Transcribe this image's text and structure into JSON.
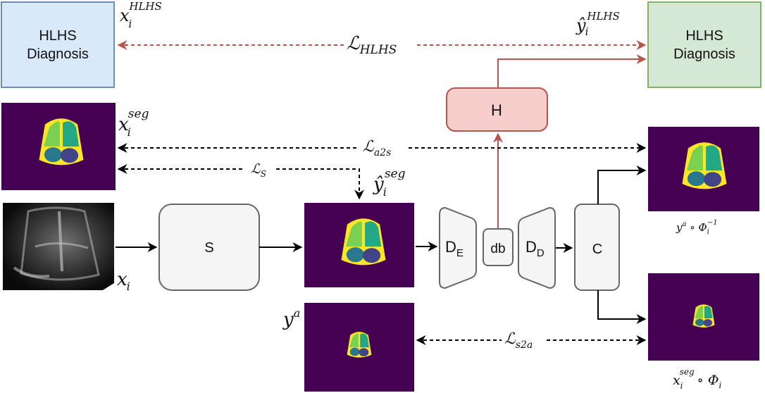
{
  "hlhs_left": {
    "line1": "HLHS",
    "line2": "Diagnosis"
  },
  "hlhs_right": {
    "line1": "HLHS",
    "line2": "Diagnosis"
  },
  "labels": {
    "x_hlhs_base": "x",
    "x_hlhs_sub": "i",
    "x_hlhs_sup": "HLHS",
    "yhat_hlhs_base": "ŷ",
    "yhat_hlhs_sub": "i",
    "yhat_hlhs_sup": "HLHS",
    "x_seg_base": "x",
    "x_seg_sub": "i",
    "x_seg_sup": "seg",
    "yhat_seg_base": "ŷ",
    "yhat_seg_sub": "i",
    "yhat_seg_sup": "seg",
    "x_i_base": "x",
    "x_i_sub": "i",
    "ya_base": "y",
    "ya_sup": "a",
    "out_top_y": "y",
    "out_top_ysup": "a",
    "out_top_circ": " ∘ ",
    "out_top_phi": "Φ",
    "out_top_sub": "i",
    "out_top_sup": "−1",
    "out_bot_x": "x",
    "out_bot_xsup": "seg",
    "out_bot_xsub": "i",
    "out_bot_circ": " ∘ ",
    "out_bot_phi": "Φ",
    "out_bot_sub": "i"
  },
  "losses": {
    "l_hlhs_base": "ℒ",
    "l_hlhs_sub": "HLHS",
    "l_a2s_base": "ℒ",
    "l_a2s_sub": "a2s",
    "l_s_base": "ℒ",
    "l_s_sub": "S",
    "l_s2a_base": "ℒ",
    "l_s2a_sub": "s2a"
  },
  "modules": {
    "S": "S",
    "H": "H",
    "DE_base": "D",
    "DE_sub": "E",
    "db": "db",
    "DD_base": "D",
    "DD_sub": "D",
    "C": "C"
  },
  "colors": {
    "blue_fill": "#dae8fc",
    "blue_stroke": "#6c8ebf",
    "green_fill": "#d5e8d4",
    "green_stroke": "#82b366",
    "red_fill": "#f8cecc",
    "red_stroke": "#b85450",
    "gray_fill": "#f5f5f5",
    "gray_stroke": "#666666",
    "seg_bg": "#440154",
    "seg_yellow": "#fde725",
    "seg_lgreen": "#7ad151",
    "seg_teal": "#22a884",
    "seg_blue": "#2a788e",
    "seg_purple": "#414487"
  }
}
